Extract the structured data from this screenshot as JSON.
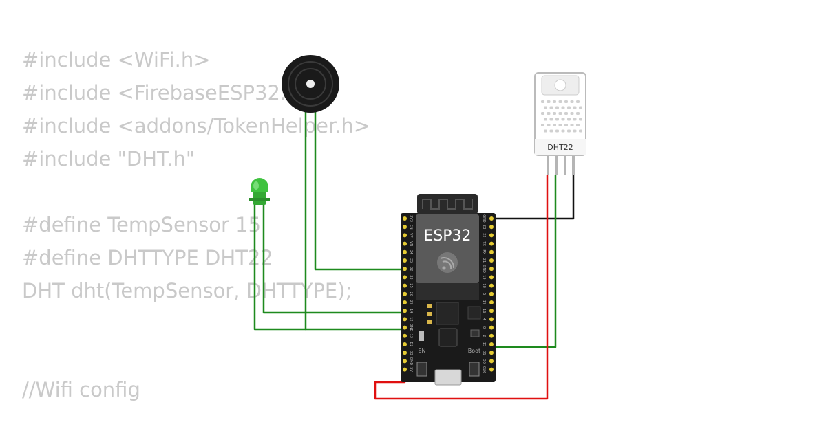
{
  "code_lines": [
    "#include <WiFi.h>",
    "#include <FirebaseESP32.h>",
    "#include <addons/TokenHelper.h>",
    "#include \"DHT.h\"",
    "",
    "#define TempSensor 15",
    "#define DHTTYPE DHT22",
    "DHT dht(TempSensor, DHTTYPE);",
    "",
    "",
    "//Wifi config"
  ],
  "board": {
    "name": "ESP32",
    "button_en": "EN",
    "button_boot": "Boot",
    "left_pins": [
      "3V3",
      "EN",
      "VP",
      "VN",
      "34",
      "35",
      "32",
      "33",
      "25",
      "26",
      "27",
      "14",
      "12",
      "GND",
      "13",
      "D2",
      "D3",
      "CMD",
      "5V"
    ],
    "right_pins": [
      "GND",
      "23",
      "22",
      "TX",
      "RX",
      "21",
      "GND",
      "19",
      "18",
      "5",
      "17",
      "16",
      "4",
      "0",
      "2",
      "15",
      "D1",
      "D0",
      "CLK"
    ]
  },
  "sensor": {
    "name": "DHT22"
  },
  "colors": {
    "wire_green": "#1e8a1e",
    "wire_red": "#e01010",
    "wire_black": "#111111",
    "board": "#1a1a1a",
    "pin": "#e6cc33"
  }
}
